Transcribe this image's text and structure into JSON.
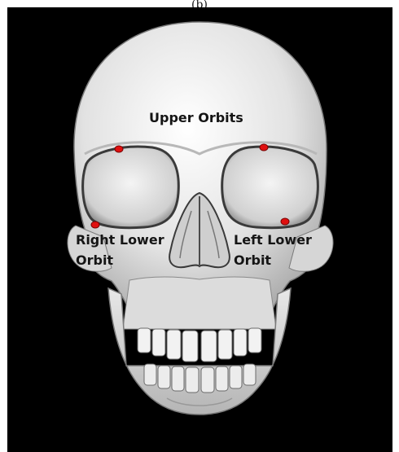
{
  "panel_label": "(b)",
  "labels": {
    "upper": "Upper Orbits",
    "right_lower_1": "Right Lower",
    "right_lower_2": "Orbit",
    "left_lower_1": "Left Lower",
    "left_lower_2": "Orbit"
  },
  "colors": {
    "background": "#000000",
    "bone": "#e6e6e6",
    "landmark": "#e01010",
    "label_text": "#151515"
  },
  "landmarks": [
    "upper-orbit-right",
    "upper-orbit-left",
    "right-lower-orbit",
    "left-lower-orbit"
  ]
}
